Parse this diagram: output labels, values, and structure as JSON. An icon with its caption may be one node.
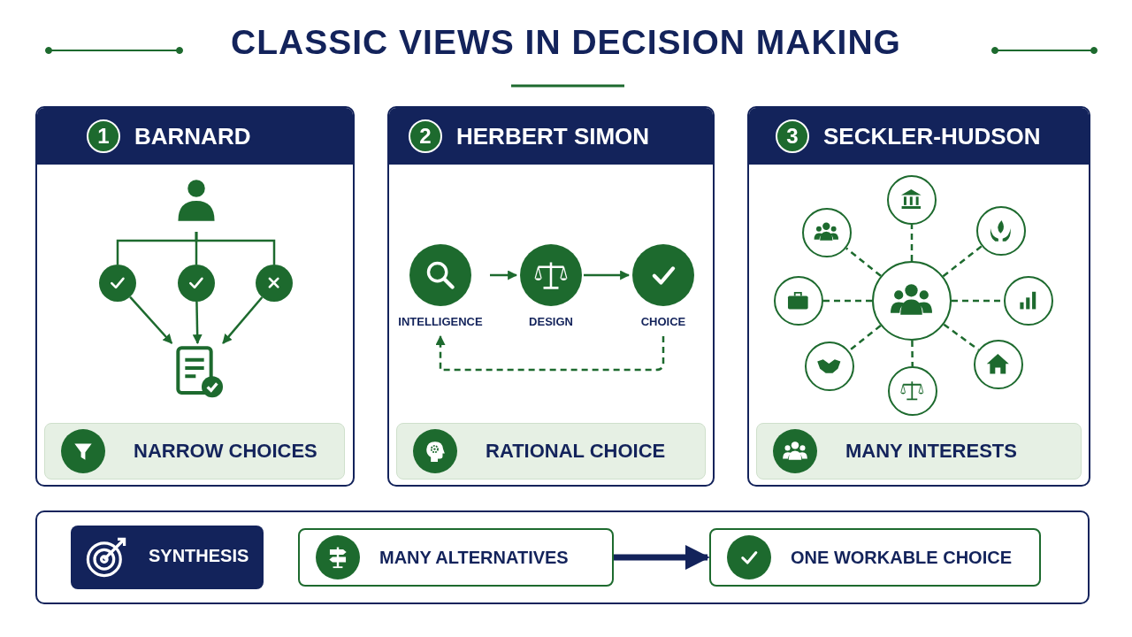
{
  "diagram": {
    "title": "CLASSIC VIEWS IN DECISION MAKING",
    "nodes": [
      {
        "text": [
          "1",
          "BARNARD"
        ]
      },
      {
        "text": [],
        "shape": "person",
        "in": 0
      },
      {
        "text": [],
        "shape": "circle",
        "in": 0
      },
      {
        "text": [],
        "shape": "circle",
        "in": 0
      },
      {
        "text": [],
        "shape": "circle",
        "in": 0
      },
      {
        "text": [],
        "shape": "document",
        "in": 0
      },
      {
        "text": [
          "NARROW CHOICES"
        ],
        "in": 0
      },
      {
        "text": [
          "2",
          "HERBERT SIMON"
        ]
      },
      {
        "text": [
          "INTELLIGENCE"
        ],
        "in": 7
      },
      {
        "text": [
          "DESIGN"
        ],
        "in": 7
      },
      {
        "text": [
          "CHOICE"
        ],
        "in": 7
      },
      {
        "text": [
          "RATIONAL CHOICE"
        ],
        "in": 7
      },
      {
        "text": [
          "3",
          "SECKLER-HUDSON"
        ]
      },
      {
        "text": [],
        "shape": "circle",
        "in": 12
      },
      {
        "text": [],
        "shape": "circle",
        "in": 12
      },
      {
        "text": [],
        "shape": "circle",
        "in": 12
      },
      {
        "text": [],
        "shape": "circle",
        "in": 12
      },
      {
        "text": [],
        "shape": "circle",
        "in": 12
      },
      {
        "text": [],
        "shape": "circle",
        "in": 12
      },
      {
        "text": [],
        "shape": "circle",
        "in": 12
      },
      {
        "text": [],
        "shape": "circle",
        "in": 12
      },
      {
        "text": [],
        "shape": "circle",
        "in": 12
      },
      {
        "text": [
          "MANY INTERESTS"
        ],
        "in": 12
      },
      {
        "text": [],
        "shape": "box"
      },
      {
        "text": [
          "SYNTHESIS"
        ],
        "in": 23
      },
      {
        "text": [
          "MANY ALTERNATIVES"
        ],
        "in": 23
      },
      {
        "text": [
          "ONE WORKABLE CHOICE"
        ],
        "in": 23
      }
    ],
    "edges": [
      {
        "from": 1,
        "to": 2,
        "arrow": "none"
      },
      {
        "from": 1,
        "to": 3,
        "arrow": "none"
      },
      {
        "from": 1,
        "to": 4,
        "arrow": "none"
      },
      {
        "from": 2,
        "to": 5,
        "arrow": "to"
      },
      {
        "from": 3,
        "to": 5,
        "arrow": "to"
      },
      {
        "from": 4,
        "to": 5,
        "arrow": "to"
      },
      {
        "from": 8,
        "to": 9,
        "arrow": "to"
      },
      {
        "from": 9,
        "to": 10,
        "arrow": "to"
      },
      {
        "from": 10,
        "to": 8,
        "arrow": "to",
        "style": "dashed"
      },
      {
        "from": 13,
        "to": 14,
        "arrow": "none",
        "style": "dashed"
      },
      {
        "from": 13,
        "to": 15,
        "arrow": "none",
        "style": "dashed"
      },
      {
        "from": 13,
        "to": 16,
        "arrow": "none",
        "style": "dashed"
      },
      {
        "from": 13,
        "to": 17,
        "arrow": "none",
        "style": "dashed"
      },
      {
        "from": 13,
        "to": 18,
        "arrow": "none",
        "style": "dashed"
      },
      {
        "from": 13,
        "to": 19,
        "arrow": "none",
        "style": "dashed"
      },
      {
        "from": 13,
        "to": 20,
        "arrow": "none",
        "style": "dashed"
      },
      {
        "from": 13,
        "to": 21,
        "arrow": "none",
        "style": "dashed"
      },
      {
        "from": 25,
        "to": 26,
        "arrow": "to",
        "style": "thick",
        "color": "#13235b"
      }
    ]
  }
}
